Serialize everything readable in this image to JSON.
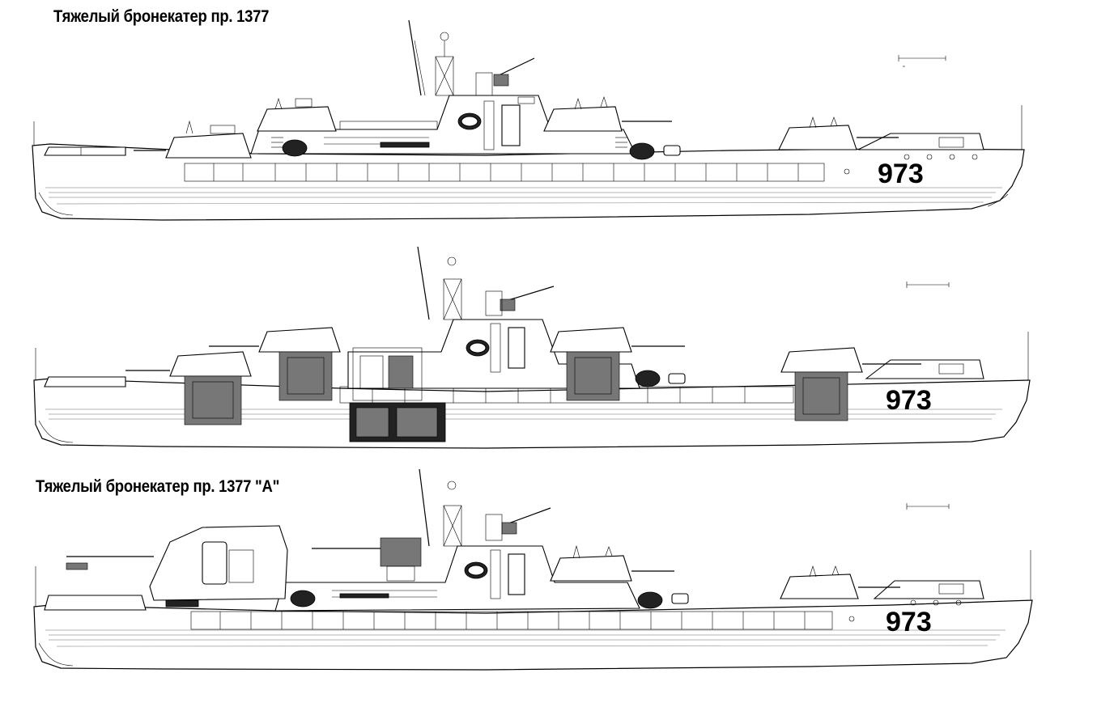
{
  "titles": {
    "top": "Тяжелый бронекатер пр. 1377",
    "bottom": "Тяжелый бронекатер пр. 1377 \"А\""
  },
  "views": [
    {
      "id": "profile-1377",
      "hull_number": "973"
    },
    {
      "id": "cutaway-1377",
      "hull_number": "973"
    },
    {
      "id": "profile-1377a",
      "hull_number": "973"
    }
  ],
  "colors": {
    "line": "#000000",
    "background": "#ffffff",
    "shade": "#777777"
  }
}
